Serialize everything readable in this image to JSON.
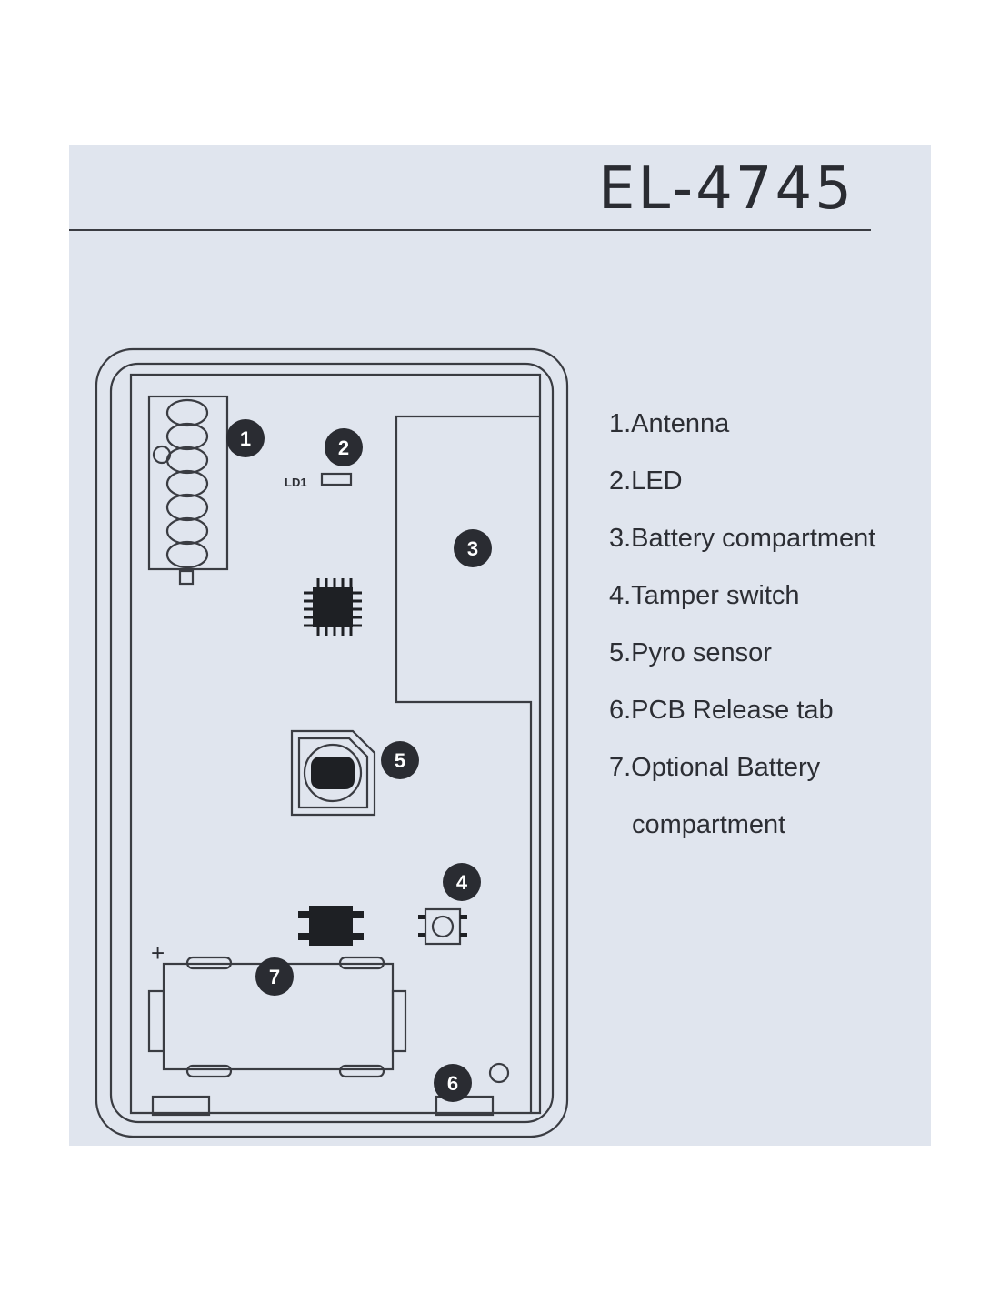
{
  "model": "EL-4745",
  "pcb_label": "LD1",
  "polarity_symbol": "+",
  "badges": [
    "1",
    "2",
    "3",
    "4",
    "5",
    "6",
    "7"
  ],
  "legend": [
    "1.Antenna",
    "2.LED",
    "3.Battery compartment",
    "4.Tamper switch",
    "5.Pyro sensor",
    "6.PCB Release tab",
    "7.Optional Battery",
    "compartment"
  ],
  "colors": {
    "paper": "#e0e5ee",
    "ink": "#2c2e34",
    "badge": "#2a2c32"
  }
}
